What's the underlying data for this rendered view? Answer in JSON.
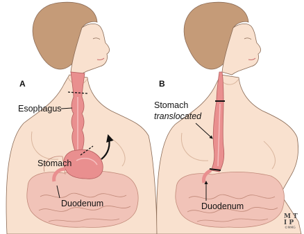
{
  "panels": {
    "a": {
      "letter": "A",
      "labels": {
        "esophagus": "Esophagus",
        "stomach": "Stomach",
        "duodenum": "Duodenum"
      }
    },
    "b": {
      "letter": "B",
      "labels": {
        "stomach": "Stomach",
        "translocated": "translocated",
        "duodenum": "Duodenum"
      }
    }
  },
  "logo": {
    "line1": "M T",
    "line2": "I P",
    "line3": "©MMG"
  },
  "colors": {
    "skin": "#f9e1cf",
    "skin_shade": "#f2cdb5",
    "hair": "#c59b78",
    "organ": "#e98f8f",
    "organ_dark": "#c96a6a",
    "intestine": "#f1c3b8",
    "outline": "#8a6a55"
  }
}
